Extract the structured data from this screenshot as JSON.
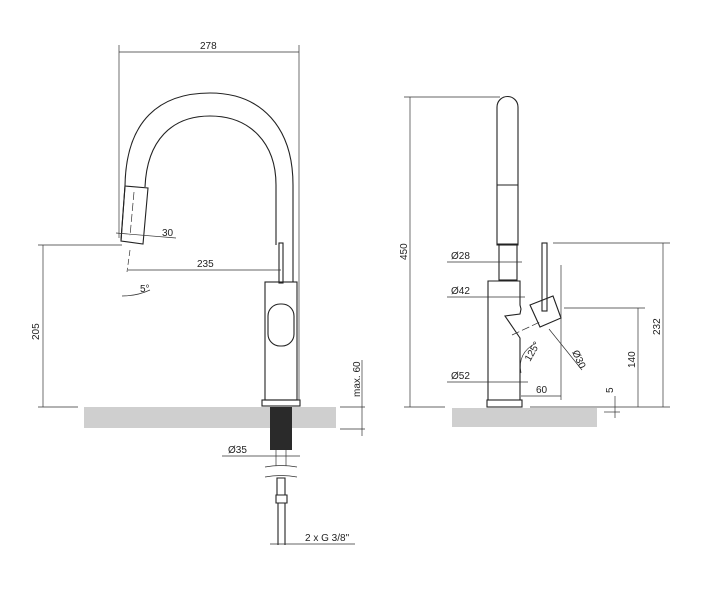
{
  "side_view": {
    "width_total": "278",
    "spout_head_width": "30",
    "reach": "235",
    "spout_angle": "5°",
    "spout_height": "205",
    "max_counter_thickness": "max. 60",
    "shank_diameter": "Ø35",
    "connection": "2 x G 3/8\""
  },
  "front_view": {
    "height_total": "450",
    "diameter_upper": "Ø28",
    "diameter_mid": "Ø42",
    "diameter_base": "Ø52",
    "handle_angle": "125°",
    "handle_diameter": "Ø30",
    "handle_offset": "60",
    "lever_height": "232",
    "handle_height": "140",
    "base_height": "5"
  },
  "colors": {
    "line": "#222222",
    "counter": "#cfcfcf"
  }
}
